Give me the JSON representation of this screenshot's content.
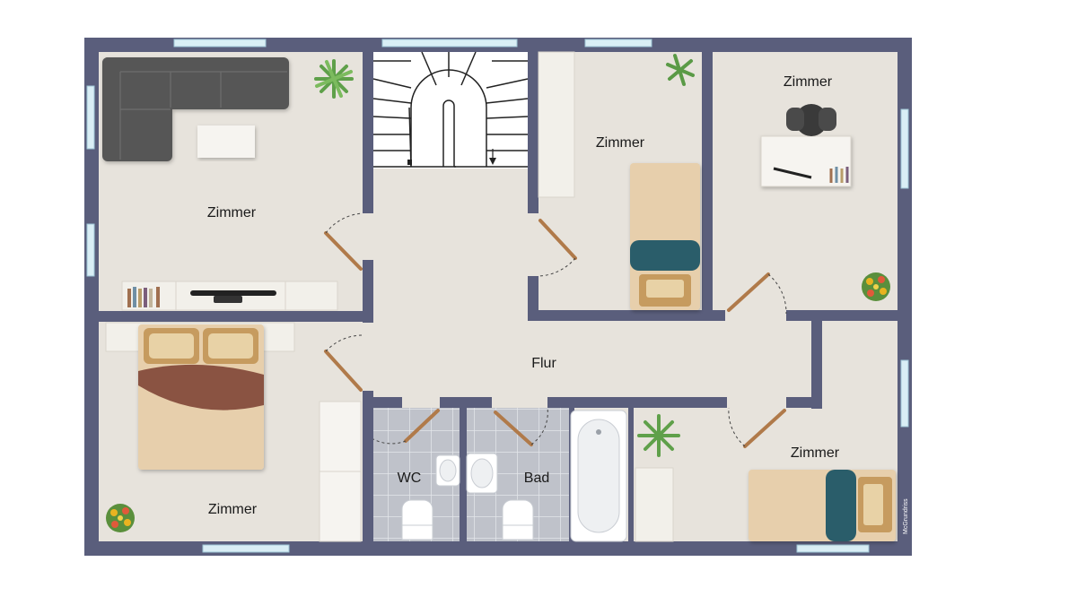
{
  "floorplan": {
    "rooms": [
      {
        "id": "living",
        "label": "Zimmer"
      },
      {
        "id": "bedroom-double",
        "label": "Zimmer"
      },
      {
        "id": "middle-room",
        "label": "Zimmer"
      },
      {
        "id": "office",
        "label": "Zimmer"
      },
      {
        "id": "hallway",
        "label": "Flur"
      },
      {
        "id": "wc",
        "label": "WC"
      },
      {
        "id": "bath",
        "label": "Bad"
      },
      {
        "id": "bedroom-single",
        "label": "Zimmer"
      }
    ],
    "brand": "McGrundriss"
  },
  "colors": {
    "wall": "#5a5e7c",
    "floor": "#e7e3dc",
    "tile": "#b9bcc4",
    "window": "#d9eef5",
    "door": "#b07a4a",
    "sofa": "#575757",
    "bed_cover": "#e7cfac",
    "blanket_brown": "#8a5343",
    "pillow_teal": "#2c5d6b",
    "plant": "#5fa04a"
  }
}
